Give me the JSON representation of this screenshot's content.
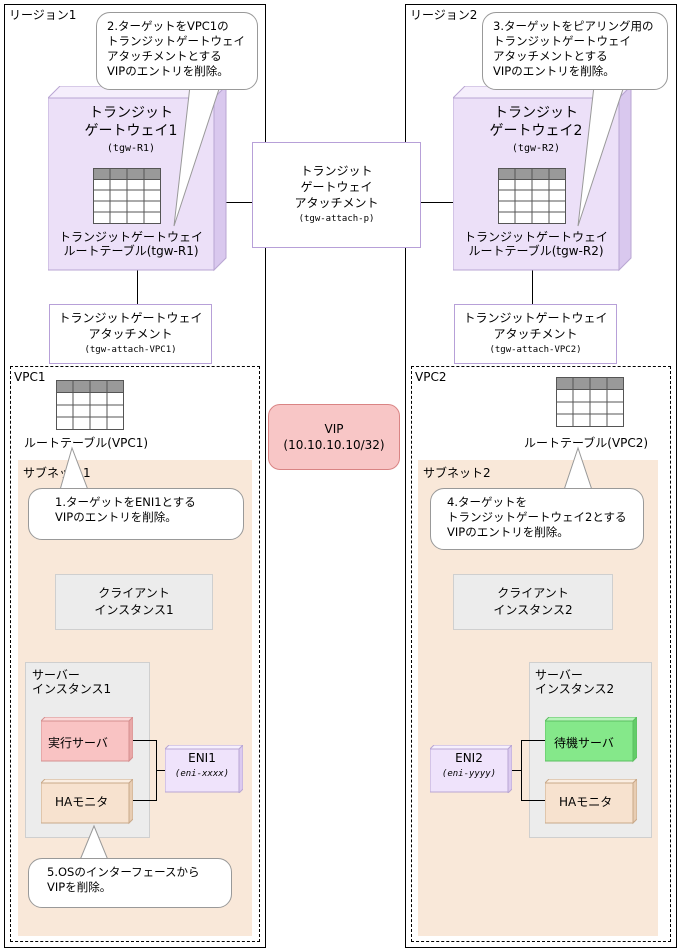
{
  "region1": {
    "label": "リージョン1"
  },
  "region2": {
    "label": "リージョン2"
  },
  "tgw1": {
    "line1": "トランジット",
    "line2": "ゲートウェイ1",
    "id": "(tgw-R1)",
    "rt_line1": "トランジットゲートウェイ",
    "rt_line2": "ルートテーブル(tgw-R1)"
  },
  "tgw2": {
    "line1": "トランジット",
    "line2": "ゲートウェイ2",
    "id": "(tgw-R2)",
    "rt_line1": "トランジットゲートウェイ",
    "rt_line2": "ルートテーブル(tgw-R2)"
  },
  "peering": {
    "line1": "トランジット",
    "line2": "ゲートウェイ",
    "line3": "アタッチメント",
    "id": "(tgw-attach-p)"
  },
  "attach1": {
    "line1": "トランジットゲートウェイ",
    "line2": "アタッチメント",
    "id": "(tgw-attach-VPC1)"
  },
  "attach2": {
    "line1": "トランジットゲートウェイ",
    "line2": "アタッチメント",
    "id": "(tgw-attach-VPC2)"
  },
  "vpc1": {
    "label": "VPC1",
    "rt_label": "ルートテーブル(VPC1)",
    "subnet": "サブネット1"
  },
  "vpc2": {
    "label": "VPC2",
    "rt_label": "ルートテーブル(VPC2)",
    "subnet": "サブネット2"
  },
  "vip": {
    "line1": "VIP",
    "line2": "(10.10.10.10/32)"
  },
  "callouts": {
    "c1": {
      "line1": "1.ターゲットをENI1とする",
      "line2": "VIPのエントリを削除。"
    },
    "c2": {
      "line1": "2.ターゲットをVPC1の",
      "line2": "トランジットゲートウェイ",
      "line3": "アタッチメントとする",
      "line4": "VIPのエントリを削除。"
    },
    "c3": {
      "line1": "3.ターゲットをピアリング用の",
      "line2": "トランジットゲートウェイ",
      "line3": "アタッチメントとする",
      "line4": "VIPのエントリを削除。"
    },
    "c4": {
      "line1": "4.ターゲットを",
      "line2": "トランジットゲートウェイ2とする",
      "line3": "VIPのエントリを削除。"
    },
    "c5": {
      "line1": "5.OSのインターフェースから",
      "line2": "VIPを削除。"
    }
  },
  "client1": {
    "line1": "クライアント",
    "line2": "インスタンス1"
  },
  "client2": {
    "line1": "クライアント",
    "line2": "インスタンス2"
  },
  "server1": {
    "line1": "サーバー",
    "line2": "インスタンス1",
    "active": "実行サーバ",
    "ha": "HAモニタ"
  },
  "server2": {
    "line1": "サーバー",
    "line2": "インスタンス2",
    "standby": "待機サーバ",
    "ha": "HAモニタ"
  },
  "eni1": {
    "label": "ENI1",
    "id": "(eni-xxxx)"
  },
  "eni2": {
    "label": "ENI2",
    "id": "(eni-yyyy)"
  },
  "colors": {
    "tgw": "#ece0f8",
    "subnet": "#f9e8d9",
    "vip": "#f8c6c6",
    "active": "#f9c3c3",
    "standby": "#85e88a"
  }
}
